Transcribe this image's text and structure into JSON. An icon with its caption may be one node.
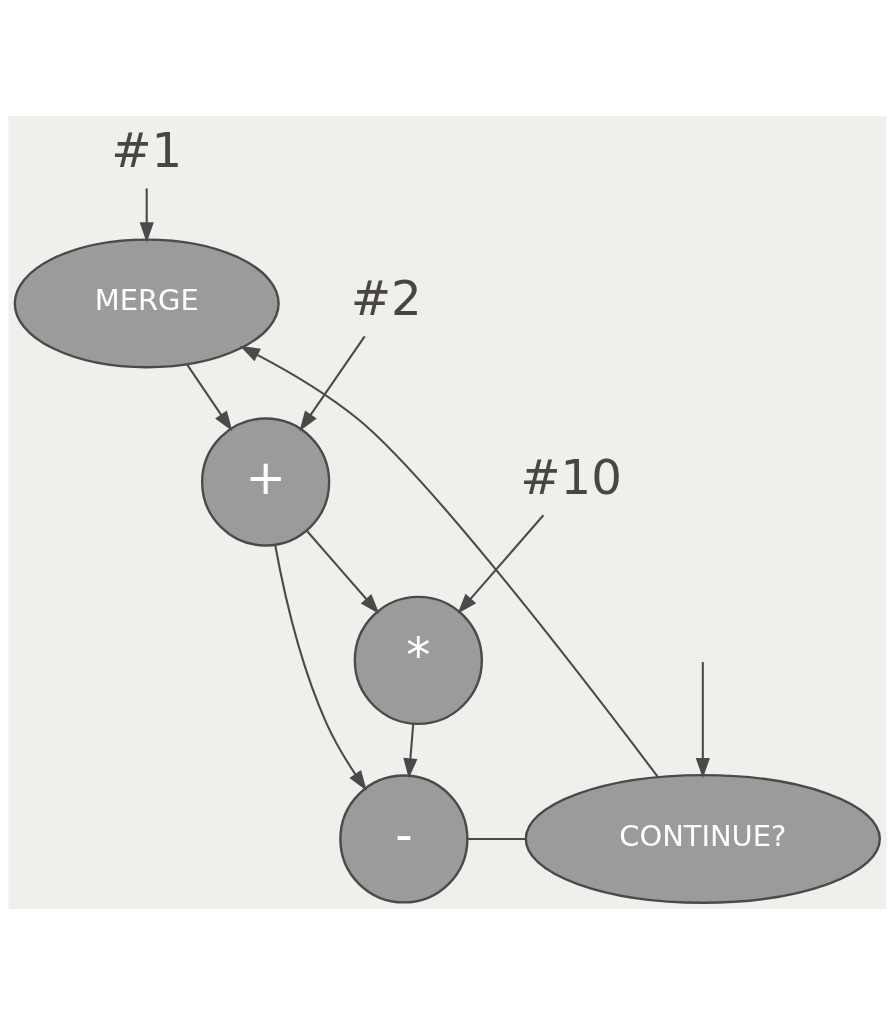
{
  "diagram": {
    "nodes": [
      {
        "text": [
          "#1"
        ]
      },
      {
        "text": [
          "MERGE"
        ]
      },
      {
        "text": [
          "#2"
        ]
      },
      {
        "text": [
          "+"
        ]
      },
      {
        "text": [
          "#10"
        ]
      },
      {
        "text": [
          "*"
        ]
      },
      {
        "text": [
          "-"
        ]
      },
      {
        "text": [
          "CONTINUE?"
        ]
      }
    ],
    "edges": [
      {
        "from": 0,
        "to": 1,
        "arrow": "to"
      },
      {
        "from": 2,
        "to": 3,
        "arrow": "to"
      },
      {
        "from": 1,
        "to": 3,
        "arrow": "to"
      },
      {
        "from": 3,
        "to": 5,
        "arrow": "to"
      },
      {
        "from": 4,
        "to": 5,
        "arrow": "to"
      },
      {
        "from": 3,
        "to": 6,
        "arrow": "to"
      },
      {
        "from": 5,
        "to": 6,
        "arrow": "to"
      },
      {
        "from": 6,
        "to": 7,
        "arrow": "none"
      },
      {
        "from": 7,
        "to": 1,
        "arrow": "to"
      },
      {
        "from": null,
        "to": 7,
        "arrow": "to"
      }
    ]
  }
}
